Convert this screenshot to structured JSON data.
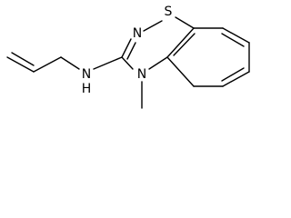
{
  "molecule": {
    "atoms": {
      "sulfur": "S",
      "ring_nitrogen": "N",
      "amine_nitrogen": "N",
      "amine_hydrogen": "H",
      "methyl_nitrogen": "N"
    }
  }
}
